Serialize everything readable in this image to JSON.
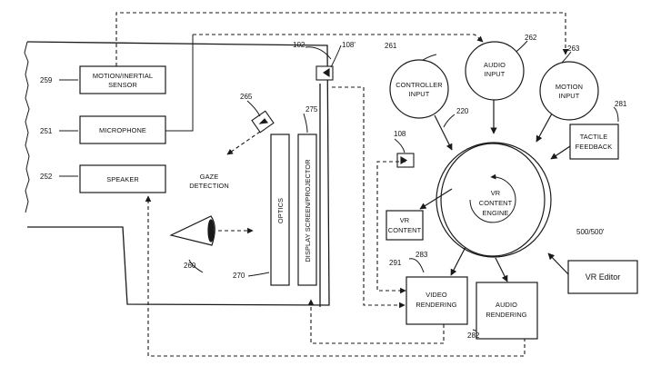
{
  "colors": {
    "ink": "#1a1a1a",
    "paper": "#ffffff"
  },
  "hmd": {
    "ref_102": "102",
    "ref_108p": "108'",
    "ref_108": "108",
    "motion_sensor": {
      "line1": "MOTION/INERTIAL",
      "line2": "SENSOR",
      "ref": "259"
    },
    "microphone": {
      "label": "MICROPHONE",
      "ref": "251"
    },
    "speaker": {
      "label": "SPEAKER",
      "ref": "252"
    },
    "gaze": {
      "line1": "GAZE",
      "line2": "DETECTION",
      "ref": "265"
    },
    "eye": {
      "ref": "260"
    },
    "optics": {
      "label": "OPTICS",
      "ref": "270"
    },
    "display": {
      "label": "DISPLAY SCREEN/PROJECTOR",
      "ref": "275"
    }
  },
  "inputs": {
    "controller": {
      "line1": "CONTROLLER",
      "line2": "INPUT",
      "ref": "261"
    },
    "audio": {
      "line1": "AUDIO",
      "line2": "INPUT",
      "ref": "262"
    },
    "motion": {
      "line1": "MOTION",
      "line2": "INPUT",
      "ref": "263"
    }
  },
  "tactile": {
    "line1": "TACTILE",
    "line2": "FEEDBACK",
    "ref": "281"
  },
  "engine": {
    "line1": "VR",
    "line2": "CONTENT",
    "line3": "ENGINE",
    "ref": "220"
  },
  "vr_content": {
    "line1": "VR",
    "line2": "CONTENT",
    "ref": "291"
  },
  "video_rendering": {
    "line1": "VIDEO",
    "line2": "RENDERING",
    "ref": "283"
  },
  "audio_rendering": {
    "line1": "AUDIO",
    "line2": "RENDERING",
    "ref": "282"
  },
  "vr_editor": {
    "label": "VR Editor",
    "ref": "500/500'"
  }
}
